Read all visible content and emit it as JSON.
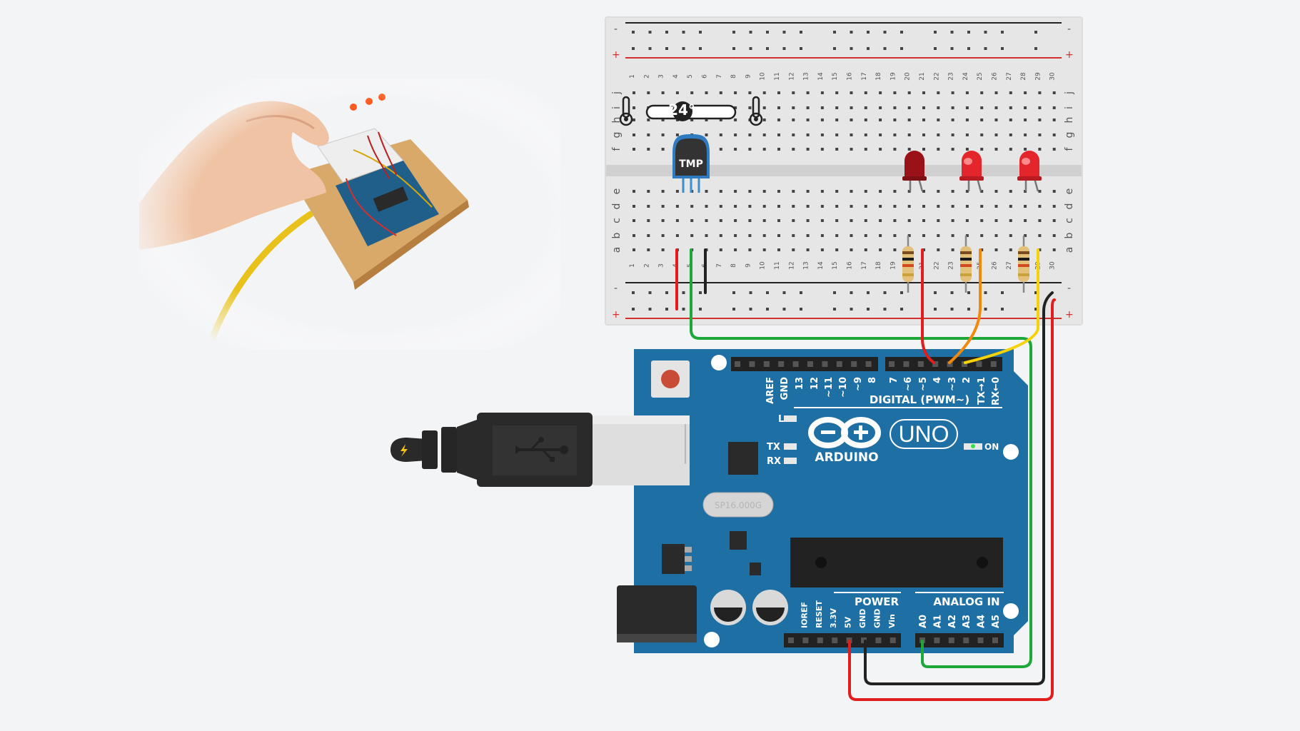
{
  "photo": {
    "description_icon": "hand-with-arduino-icon"
  },
  "breadboard": {
    "columns": [
      "1",
      "2",
      "3",
      "4",
      "5",
      "6",
      "7",
      "8",
      "9",
      "10",
      "11",
      "12",
      "13",
      "14",
      "15",
      "16",
      "17",
      "18",
      "19",
      "20",
      "21",
      "22",
      "23",
      "24",
      "25",
      "26",
      "27",
      "28",
      "29",
      "30"
    ],
    "top_rows": [
      "j",
      "i",
      "h",
      "g",
      "f"
    ],
    "bottom_rows": [
      "e",
      "d",
      "c",
      "b",
      "a"
    ],
    "rail_minus": "-",
    "rail_plus": "+"
  },
  "sensor": {
    "label": "TMP",
    "slider_value": "24°"
  },
  "leds": {
    "count": 3,
    "color": "#d8262b"
  },
  "arduino": {
    "logo_text": "ARDUINO",
    "model": "UNO",
    "on_label": "ON",
    "led_l": "L",
    "led_tx": "TX",
    "led_rx": "RX",
    "crystal_text": "SP16.000G",
    "digital_header": "DIGITAL (PWM~)",
    "digital_pins": [
      "AREF",
      "GND",
      "13",
      "12",
      "~11",
      "~10",
      "~9",
      "8",
      "7",
      "~6",
      "~5",
      "4",
      "~3",
      "2",
      "TX→1",
      "RX←0"
    ],
    "power_header": "POWER",
    "power_pins": [
      "IOREF",
      "RESET",
      "3.3V",
      "5V",
      "GND",
      "GND",
      "Vin"
    ],
    "analog_header": "ANALOG IN",
    "analog_pins": [
      "A0",
      "A1",
      "A2",
      "A3",
      "A4",
      "A5"
    ]
  },
  "usb": {
    "icon": "usb-icon",
    "plug_icon": "lightning-icon"
  },
  "colors": {
    "board": "#1d6fa4",
    "wire_red": "#e11d1d",
    "wire_green": "#1ea83a",
    "wire_black": "#222222",
    "wire_orange": "#f08a0c",
    "wire_yellow": "#f5d20a"
  }
}
